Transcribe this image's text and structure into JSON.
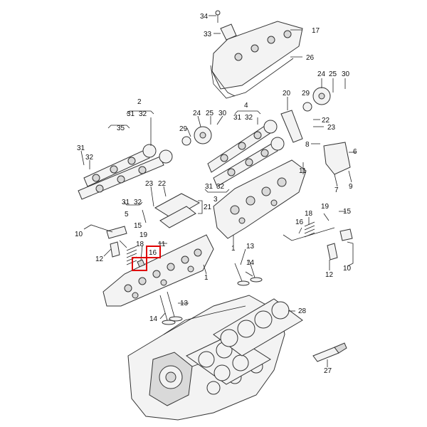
{
  "diagram": {
    "labels": [
      {
        "id": "34",
        "text": "34"
      },
      {
        "id": "33",
        "text": "33"
      },
      {
        "id": "17",
        "text": "17"
      },
      {
        "id": "26",
        "text": "26"
      },
      {
        "id": "24a",
        "text": "24"
      },
      {
        "id": "25a",
        "text": "25"
      },
      {
        "id": "30a",
        "text": "30"
      },
      {
        "id": "20",
        "text": "20"
      },
      {
        "id": "29a",
        "text": "29"
      },
      {
        "id": "22a",
        "text": "22"
      },
      {
        "id": "23a",
        "text": "23"
      },
      {
        "id": "8",
        "text": "8"
      },
      {
        "id": "6",
        "text": "6"
      },
      {
        "id": "11a",
        "text": "11"
      },
      {
        "id": "7",
        "text": "7"
      },
      {
        "id": "9",
        "text": "9"
      },
      {
        "id": "2",
        "text": "2"
      },
      {
        "id": "31a",
        "text": "31"
      },
      {
        "id": "32a",
        "text": "32"
      },
      {
        "id": "4",
        "text": "4"
      },
      {
        "id": "31b",
        "text": "31"
      },
      {
        "id": "32b",
        "text": "32"
      },
      {
        "id": "24b",
        "text": "24"
      },
      {
        "id": "25b",
        "text": "25"
      },
      {
        "id": "30b",
        "text": "30"
      },
      {
        "id": "29b",
        "text": "29"
      },
      {
        "id": "35",
        "text": "35"
      },
      {
        "id": "31c",
        "text": "31"
      },
      {
        "id": "32c",
        "text": "32"
      },
      {
        "id": "23b",
        "text": "23"
      },
      {
        "id": "22b",
        "text": "22"
      },
      {
        "id": "21",
        "text": "21"
      },
      {
        "id": "31d",
        "text": "31"
      },
      {
        "id": "32d",
        "text": "32"
      },
      {
        "id": "3",
        "text": "3"
      },
      {
        "id": "31e",
        "text": "31"
      },
      {
        "id": "32e",
        "text": "32"
      },
      {
        "id": "5",
        "text": "5"
      },
      {
        "id": "18a",
        "text": "18"
      },
      {
        "id": "19a",
        "text": "19"
      },
      {
        "id": "15a",
        "text": "15"
      },
      {
        "id": "16a",
        "text": "16"
      },
      {
        "id": "10a",
        "text": "10"
      },
      {
        "id": "15b",
        "text": "15"
      },
      {
        "id": "19b",
        "text": "19"
      },
      {
        "id": "10b",
        "text": "10"
      },
      {
        "id": "12a",
        "text": "12"
      },
      {
        "id": "18b",
        "text": "18"
      },
      {
        "id": "11b",
        "text": "11"
      },
      {
        "id": "16b",
        "text": "16"
      },
      {
        "id": "1a",
        "text": "1"
      },
      {
        "id": "13a",
        "text": "13"
      },
      {
        "id": "14a",
        "text": "14"
      },
      {
        "id": "12b",
        "text": "12"
      },
      {
        "id": "1b",
        "text": "1"
      },
      {
        "id": "28",
        "text": "28"
      },
      {
        "id": "13b",
        "text": "13"
      },
      {
        "id": "14b",
        "text": "14"
      },
      {
        "id": "27",
        "text": "27"
      }
    ],
    "highlight_color": "#e00000"
  }
}
